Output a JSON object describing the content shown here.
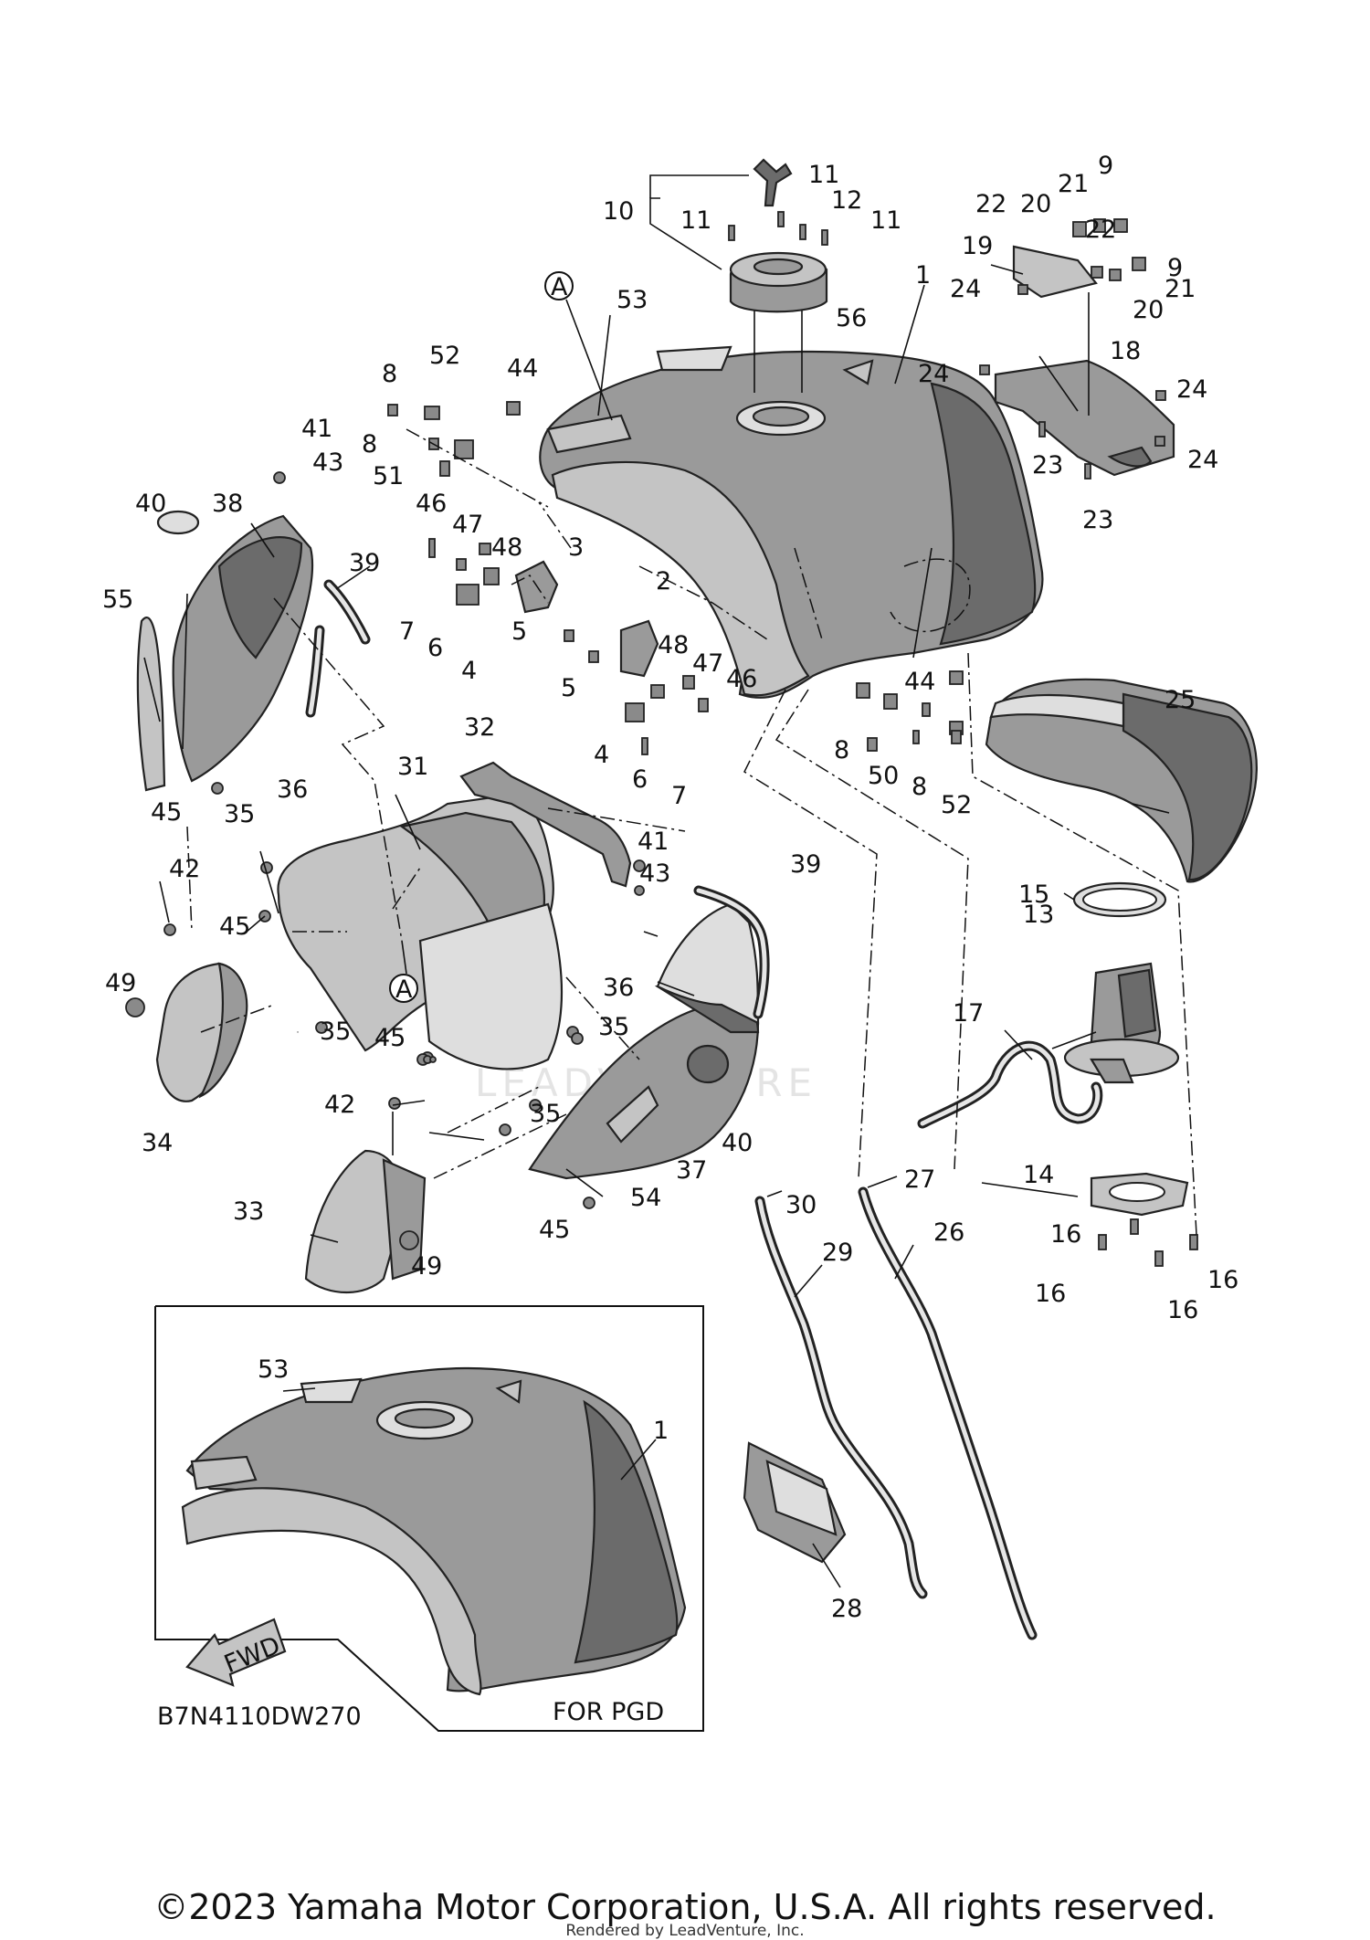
{
  "labels": {
    "n1": "1",
    "n1b": "1",
    "n2": "2",
    "n3": "3",
    "n4a": "4",
    "n4b": "4",
    "n5a": "5",
    "n5b": "5",
    "n6a": "6",
    "n6b": "6",
    "n7a": "7",
    "n7b": "7",
    "n8a": "8",
    "n8b": "8",
    "n8c": "8",
    "n8d": "8",
    "n9a": "9",
    "n9b": "9",
    "n10": "10",
    "n11a": "11",
    "n11b": "11",
    "n11c": "11",
    "n12": "12",
    "n13": "13",
    "n14": "14",
    "n15": "15",
    "n16a": "16",
    "n16b": "16",
    "n16c": "16",
    "n16d": "16",
    "n17": "17",
    "n18": "18",
    "n19": "19",
    "n20a": "20",
    "n20b": "20",
    "n21a": "21",
    "n21b": "21",
    "n22a": "22",
    "n22b": "22",
    "n23a": "23",
    "n23b": "23",
    "n24a": "24",
    "n24b": "24",
    "n24c": "24",
    "n24d": "24",
    "n25": "25",
    "n26": "26",
    "n27": "27",
    "n28": "28",
    "n29": "29",
    "n30": "30",
    "n31": "31",
    "n32": "32",
    "n33": "33",
    "n34": "34",
    "n35a": "35",
    "n35b": "35",
    "n35c": "35",
    "n35d": "35",
    "n36a": "36",
    "n36b": "36",
    "n37": "37",
    "n38": "38",
    "n39a": "39",
    "n39b": "39",
    "n40a": "40",
    "n40b": "40",
    "n41a": "41",
    "n41b": "41",
    "n42a": "42",
    "n42b": "42",
    "n43a": "43",
    "n43b": "43",
    "n44a": "44",
    "n44b": "44",
    "n45a": "45",
    "n45b": "45",
    "n45c": "45",
    "n45d": "45",
    "n46a": "46",
    "n46b": "46",
    "n47a": "47",
    "n47b": "47",
    "n48a": "48",
    "n48b": "48",
    "n49a": "49",
    "n49b": "49",
    "n50": "50",
    "n51": "51",
    "n52a": "52",
    "n52b": "52",
    "n53a": "53",
    "n53b": "53",
    "n54": "54",
    "n55": "55",
    "n56": "56",
    "refA1": "A",
    "refA2": "A"
  },
  "inset": {
    "caption": "FOR PGD"
  },
  "fwd_arrow": {
    "text": "FWD"
  },
  "diagram_code": "B7N4110DW270",
  "watermark": "LEADVENTURE",
  "copyright": "©2023 Yamaha Motor Corporation, U.S.A. All rights reserved.",
  "rendered_by": "Rendered by LeadVenture, Inc."
}
